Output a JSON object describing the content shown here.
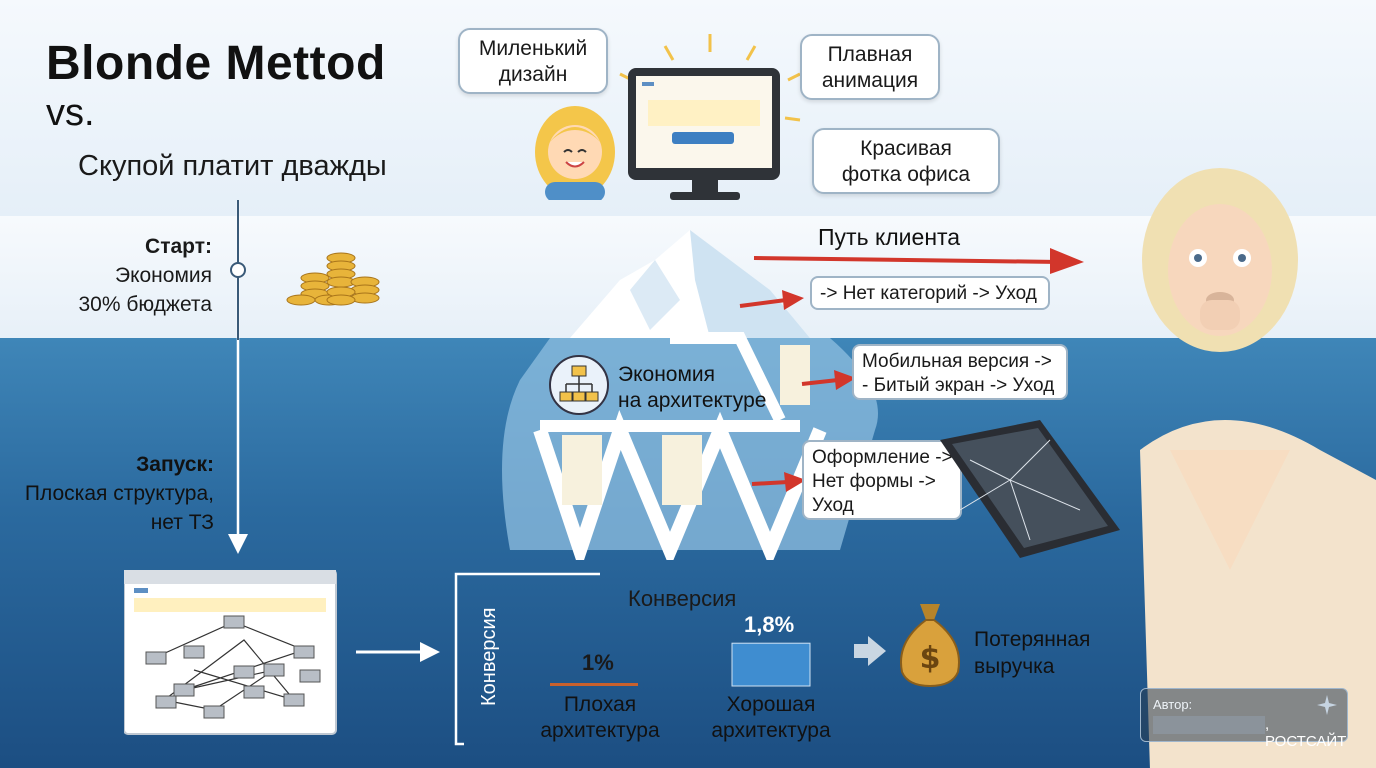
{
  "header": {
    "title": "Blonde Mettod",
    "vs": "vs.",
    "subtitle": "Скупой платит дважды"
  },
  "bubbles": {
    "cute_design": [
      "Миленький",
      "дизайн"
    ],
    "smooth_animation": [
      "Плавная",
      "анимация"
    ],
    "office_photo": [
      "Красивая",
      "фотка офиса"
    ]
  },
  "timeline": {
    "start_title": "Старт:",
    "start_lines": [
      "Экономия",
      "30% бюджета"
    ],
    "launch_title": "Запуск:",
    "launch_lines": [
      "Плоская структура,",
      "нет ТЗ"
    ]
  },
  "iceberg": {
    "client_path": "Путь клиента",
    "no_categories": "-> Нет категорий -> Уход",
    "architecture_saving": [
      "Экономия",
      "на архитектуре"
    ],
    "mobile": [
      "Мобильная версия ->",
      "- Битый экран -> Уход"
    ],
    "design_form": [
      "Оформление ->",
      "Нет формы ->",
      "Уход"
    ]
  },
  "chart_data": {
    "type": "bar",
    "title": "Конверсия",
    "ylabel": "Конверсия",
    "categories": [
      "Плохая архитектура",
      "Хорошая архитектура"
    ],
    "values": [
      1,
      1.8
    ],
    "value_labels": [
      "1%",
      "1,8%"
    ],
    "colors": [
      "#c8612e",
      "#3f8dd0"
    ]
  },
  "chart_labels": {
    "bad": [
      "Плохая",
      "архитектура"
    ],
    "good": [
      "Хорошая",
      "архитектура"
    ]
  },
  "lost_revenue": [
    "Потерянная",
    "выручка"
  ],
  "author": {
    "label": "Автор:",
    "suffix": ", РОСТСАЙТ"
  },
  "colors": {
    "accent_red": "#d2362b",
    "sea_top": "#3f86b8",
    "sea_bottom": "#1c4e82"
  }
}
